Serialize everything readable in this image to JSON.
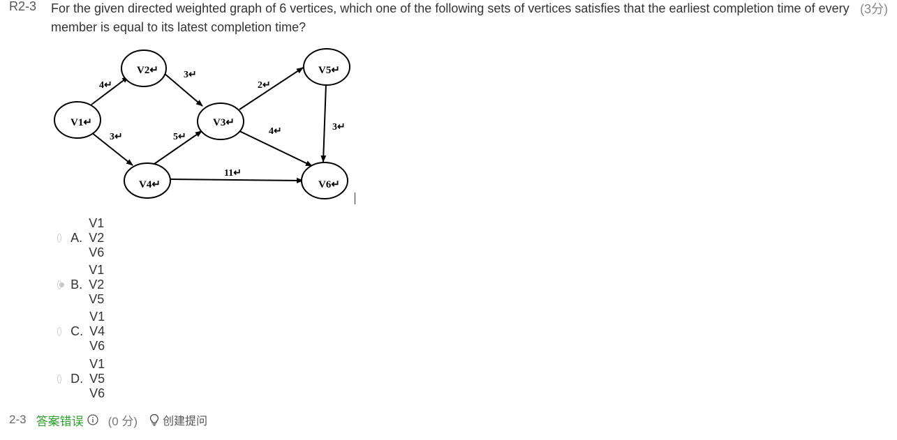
{
  "question": {
    "number": "R2-3",
    "text": "For the given directed weighted graph of 6 vertices, which one of the following sets of vertices satisfies that the earliest completion time of every member is equal to its latest completion time?",
    "score": "(3分)"
  },
  "graph": {
    "vertices": {
      "v1": "V1↵",
      "v2": "V2↵",
      "v3": "V3↵",
      "v4": "V4↵",
      "v5": "V5↵",
      "v6": "V6↵"
    },
    "edges": {
      "v1_v2": "4↵",
      "v1_v4": "3↵",
      "v2_v3": "3↵",
      "v4_v3": "5↵",
      "v3_v5": "2↵",
      "v3_v6": "4↵",
      "v5_v6": "3↵",
      "v4_v6": "11↵"
    }
  },
  "options": [
    {
      "letter": "A.",
      "text": "V1 V2 V6",
      "selected": false
    },
    {
      "letter": "B.",
      "text": "V1 V2 V5",
      "selected": true
    },
    {
      "letter": "C.",
      "text": "V1 V4 V6",
      "selected": false
    },
    {
      "letter": "D.",
      "text": "V1 V5 V6",
      "selected": false
    }
  ],
  "result": {
    "number": "2-3",
    "status": "答案错误",
    "score": "(0 分)",
    "ask_label": "创建提问",
    "status_color": "#2ca02c"
  }
}
